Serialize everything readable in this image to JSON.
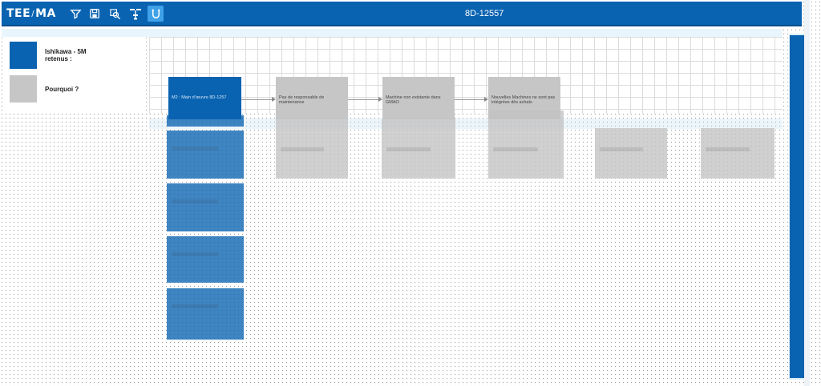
{
  "app": {
    "logo_text_left": "TEE",
    "logo_separator": "/",
    "logo_text_right": "MA",
    "doc_id": "8D-12557",
    "brand_color": "#0a63b1",
    "accent_color": "#3fa2e8"
  },
  "toolbar": {
    "buttons": [
      {
        "name": "filter-icon",
        "active": false
      },
      {
        "name": "save-icon",
        "active": false
      },
      {
        "name": "search-icon",
        "active": false
      },
      {
        "name": "ishikawa-tool-icon",
        "active": false
      },
      {
        "name": "five-why-tool-icon",
        "active": true
      }
    ]
  },
  "legend": {
    "items": [
      {
        "label": "Ishikawa - 5M retenus :",
        "color": "#0a63b1"
      },
      {
        "label": "Pourquoi ?",
        "color": "#c6c6c6"
      }
    ]
  },
  "diagram": {
    "nodes": [
      {
        "text": "M2 : Main d’œuvre 8D-1257",
        "color": "blue"
      },
      {
        "text": "Pas de responsable de maintenance",
        "color": "gray"
      },
      {
        "text": "Machine non existante dans GMAO",
        "color": "gray"
      },
      {
        "text": "Nouvelles Machines ne sont pas intégrées dès achats",
        "color": "gray"
      }
    ]
  }
}
